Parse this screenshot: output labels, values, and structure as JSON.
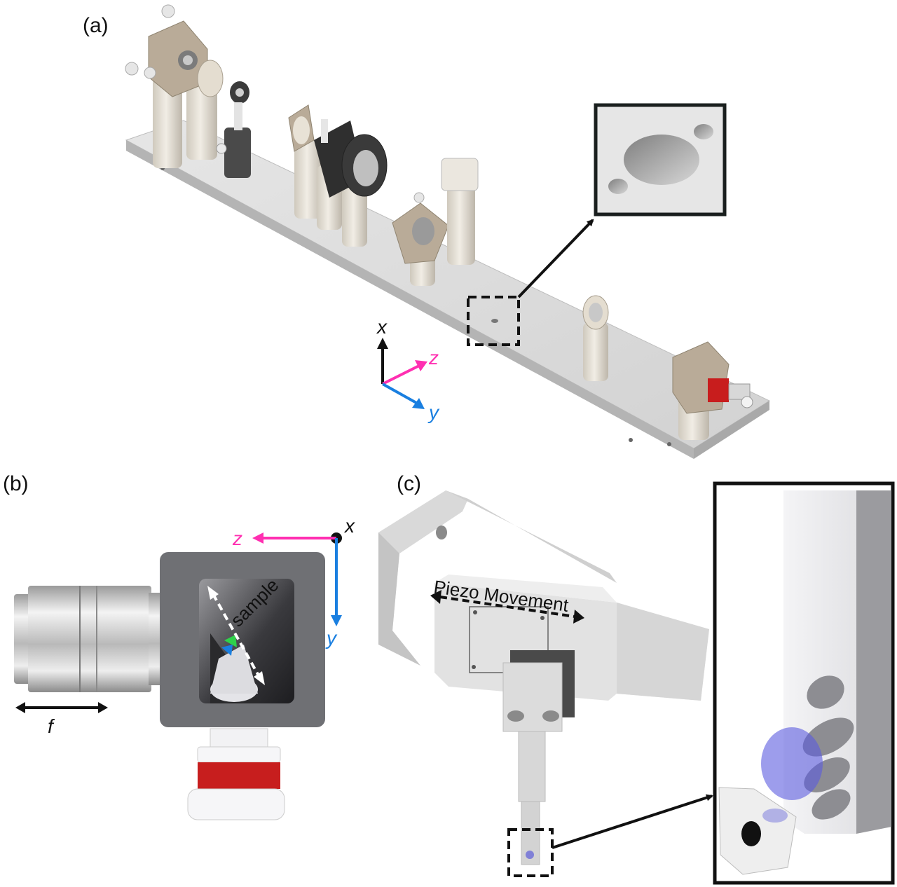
{
  "panels": {
    "a": {
      "label": "(a)",
      "axes": {
        "x": "x",
        "y": "y",
        "z": "z"
      },
      "colors": {
        "x": "#111111",
        "y": "#1a7fe0",
        "z": "#ff2fb1"
      }
    },
    "b": {
      "label": "(b)",
      "axes": {
        "x": "x",
        "y": "y",
        "z": "z"
      },
      "sample_label": "sample",
      "focal_label": "f",
      "colors": {
        "x": "#111111",
        "y": "#1a7fe0",
        "z": "#ff2fb1"
      }
    },
    "c": {
      "label": "(c)",
      "piezo_label": "Piezo Movement"
    }
  }
}
